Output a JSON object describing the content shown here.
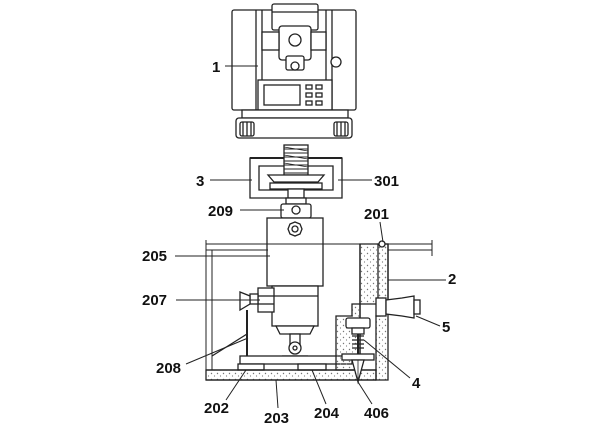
{
  "diagram": {
    "callouts": {
      "c1": "1",
      "c3": "3",
      "c301": "301",
      "c209": "209",
      "c201": "201",
      "c205": "205",
      "c2": "2",
      "c207": "207",
      "c5": "5",
      "c208": "208",
      "c4": "4",
      "c202": "202",
      "c203": "203",
      "c204": "204",
      "c406": "406"
    },
    "colors": {
      "line": "#222222",
      "hatch": "#888888",
      "fill": "#ffffff"
    }
  }
}
